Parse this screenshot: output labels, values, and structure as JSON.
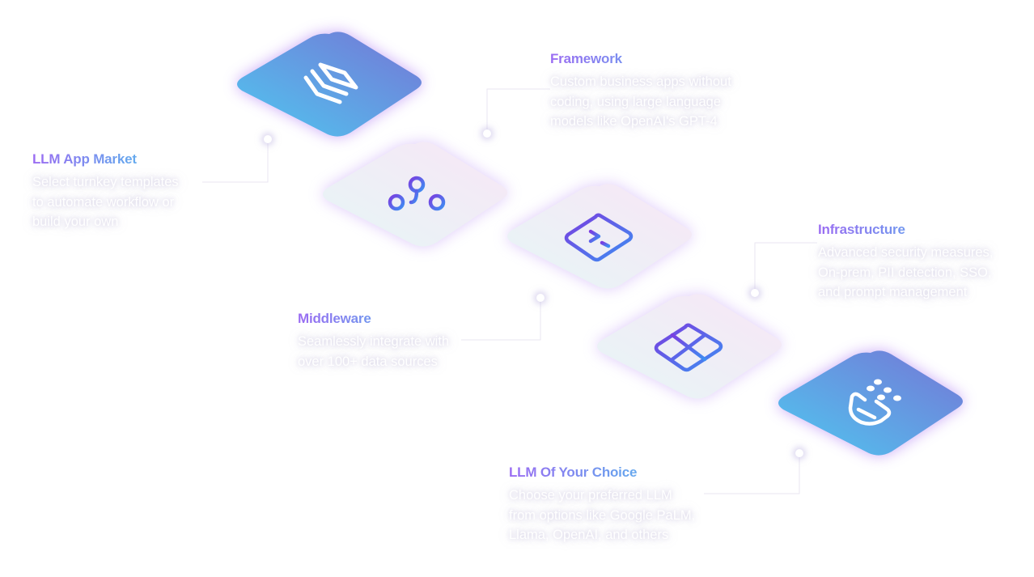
{
  "colors": {
    "accent_purple": "#9b6cf2",
    "accent_blue": "#5ec8ef",
    "tile_gradient_start": "#59c3ec",
    "tile_gradient_end": "#6f7fd8",
    "tile_light_start": "#e7f5f7",
    "tile_light_end": "#f5e7f6",
    "glow": "#b98cf5",
    "icon_stroke_start": "#6f3fe0",
    "icon_stroke_end": "#3b8ef0"
  },
  "tiles": [
    {
      "style": "gradient",
      "icon": "stacked-layers-icon"
    },
    {
      "style": "light",
      "icon": "branch-nodes-icon"
    },
    {
      "style": "light",
      "icon": "terminal-box-icon"
    },
    {
      "style": "light",
      "icon": "grid-window-icon"
    },
    {
      "style": "gradient",
      "icon": "tap-gesture-icon"
    }
  ],
  "sections": {
    "llm_app_market": {
      "title": "LLM App Market",
      "desc": [
        "Select turnkey templates",
        "to automate workflow or",
        "build your own"
      ]
    },
    "framework": {
      "title": "Framework",
      "desc": [
        "Custom business apps without",
        "coding, using large language",
        "models like OpenAI's GPT-4"
      ]
    },
    "middleware": {
      "title": "Middleware",
      "desc": [
        "Seamlessly integrate with",
        "over 100+ data sources"
      ]
    },
    "infrastructure": {
      "title": "Infrastructure",
      "desc": [
        "Advanced security measures,",
        "On-prem, PII detection, SSO,",
        "and prompt management"
      ]
    },
    "llm_of_your_choice": {
      "title": "LLM Of Your Choice",
      "desc": [
        "Choose your preferred LLM",
        "from options like Google PaLM,",
        "Llama, OpenAI, and others"
      ]
    }
  }
}
